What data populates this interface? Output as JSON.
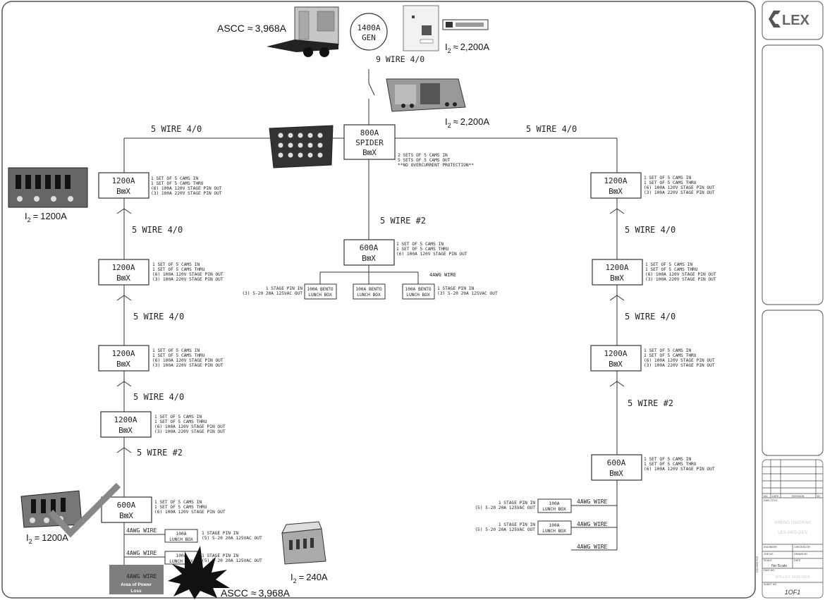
{
  "logo": {
    "text": "LEX"
  },
  "gen": {
    "line1": "1400A",
    "line2": "GEN"
  },
  "ascc_top": {
    "prefix": "ASCC",
    "approx": "≈",
    "value": "3,968A"
  },
  "i2_gen_panel": {
    "i": "I",
    "sub": "2",
    "approx": "≈",
    "value": "2,200A"
  },
  "feeder_gen": "9 WIRE 4/0",
  "i2_dist": {
    "i": "I",
    "sub": "2",
    "approx": "≈",
    "value": "2,200A"
  },
  "spider": {
    "line1": "800A",
    "line2": "SPIDER",
    "line3": "B⊠X",
    "notes": [
      "2 SETS OF 5 CAMS IN",
      "5 SETS OF 5 CAMS OUT",
      "**NO OVERCURRENT PROTECTION**"
    ]
  },
  "wire_left_top": "5 WIRE 4/0",
  "wire_right_top": "5 WIRE 4/0",
  "box1200": {
    "line1": "1200A",
    "line2": "B⊠X",
    "notes": [
      "1 SET OF 5 CAMS IN",
      "1 SET OF 5 CAMS THRU",
      "(6) 100A 120V STAGE PIN OUT",
      "(3) 100A 220V STAGE PIN OUT"
    ]
  },
  "box600": {
    "line1": "600A",
    "line2": "B⊠X",
    "notes": [
      "1 SET OF 5 CAMS IN",
      "1 SET OF 5 CAMS THRU",
      "(6) 100A 120V STAGE PIN OUT"
    ]
  },
  "wire_40": "5 WIRE 4/0",
  "wire_2": "5 WIRE #2",
  "i2_left": {
    "i": "I",
    "sub": "2",
    "equals": "=",
    "value": "1200A"
  },
  "i2_left_bottom": {
    "i": "I",
    "sub": "2",
    "equals": "=",
    "value": "1200A"
  },
  "i2_lunch": {
    "i": "I",
    "sub": "2",
    "equals": "=",
    "value": "240A"
  },
  "ascc_bottom": {
    "prefix": "ASCC",
    "approx": "≈",
    "value": "3,968A"
  },
  "awg": "4AWG WIRE",
  "bento": {
    "line1": "100A BENTO",
    "line2": "LUNCH BOX"
  },
  "lunch": {
    "line1": "100A",
    "line2": "LUNCH BOX"
  },
  "stage_pin_in": "1 STAGE PIN IN",
  "out_3": "(3) 5-20 20A 125VAC OUT",
  "out_5": "(5) 5-20 20A 125VAC OUT",
  "power_loss": {
    "line1": "Area of Power",
    "line2": "Loss"
  },
  "title_block": {
    "rev_headers": [
      "NO.",
      "DATE",
      "REVISION",
      "BY"
    ],
    "dwg_title_label": "DWG TITLE",
    "title1": "WIRING DIAGRAM",
    "title2": "LEX-1400-GEN",
    "engineer": "ENGINEER",
    "checked_by": "CHECKED BY",
    "job_no": "JOB NO",
    "drawn_by": "DRAWN BY",
    "scale_label": "SCALE",
    "scale": "No Scale",
    "date_label": "DATE",
    "dwg_no_label": "DWG NO",
    "dwg_no": "WD-LEX-1400-GEN",
    "sheet_no_label": "SHEET NO",
    "sheet": "1OF1",
    "cad_file_label": "CAD DWG FILE"
  }
}
